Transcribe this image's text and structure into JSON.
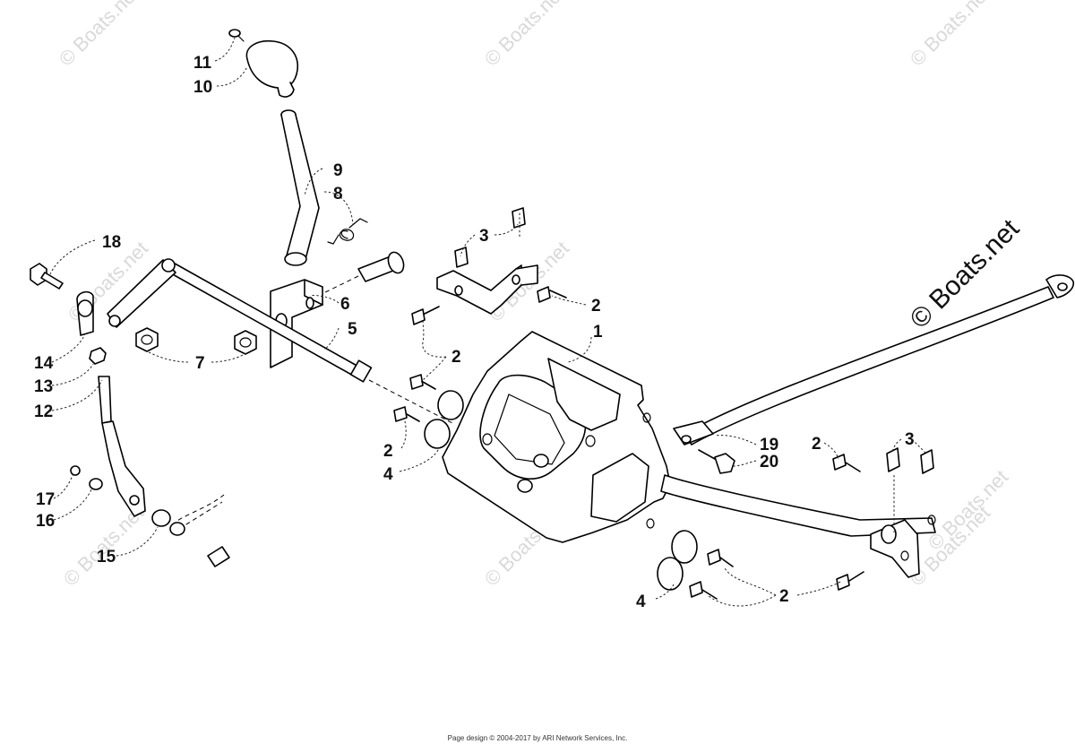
{
  "diagram": {
    "watermark_small": "© Boats.net",
    "watermark_large": "© Boats.net",
    "footer_text": "Page design © 2004-2017 by ARI Network Services, Inc.",
    "callouts": {
      "c1": "1",
      "c2a": "2",
      "c2b": "2",
      "c2c": "2",
      "c2d": "2",
      "c2e": "2",
      "c3a": "3",
      "c3b": "3",
      "c4a": "4",
      "c4b": "4",
      "c5": "5",
      "c6": "6",
      "c7": "7",
      "c8": "8",
      "c9": "9",
      "c10": "10",
      "c11": "11",
      "c12": "12",
      "c13": "13",
      "c14": "14",
      "c15": "15",
      "c16": "16",
      "c17": "17",
      "c18": "18",
      "c19": "19",
      "c20": "20"
    }
  }
}
